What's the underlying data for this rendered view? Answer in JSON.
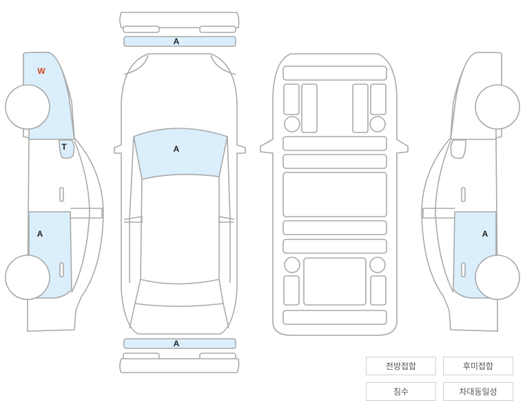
{
  "diagram": {
    "labels": {
      "left_windshield": "W",
      "left_trunk": "T",
      "left_rear_door": "A",
      "top_front_bumper": "A",
      "top_windshield": "A",
      "top_rear_bumper": "A",
      "right_rear_door": "A"
    },
    "colors": {
      "panel_fill": "#dbeefb",
      "outline": "#a9a9a9",
      "label": "#222222",
      "label_highlight": "#d2461e"
    }
  },
  "legend": {
    "front_collision": "전방접합",
    "rear_collision": "후미접합",
    "flood": "침수",
    "vin_match": "차대동일성"
  }
}
